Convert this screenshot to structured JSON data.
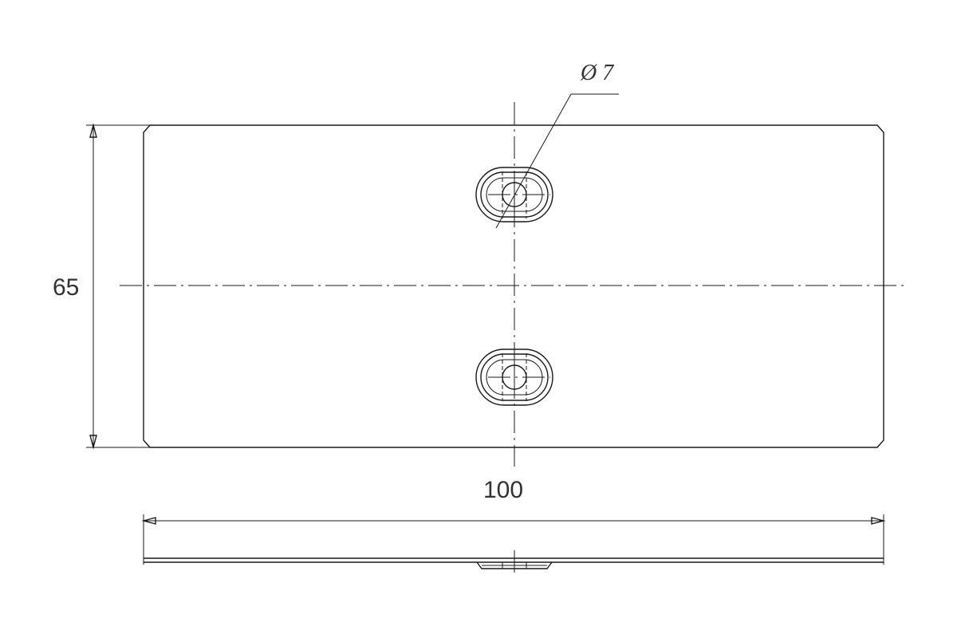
{
  "dimensions": {
    "height_label": "65",
    "width_label": "100",
    "hole_label": "Ø 7"
  },
  "colors": {
    "line": "#1a1a1a",
    "text": "#333333",
    "background": "#ffffff"
  }
}
